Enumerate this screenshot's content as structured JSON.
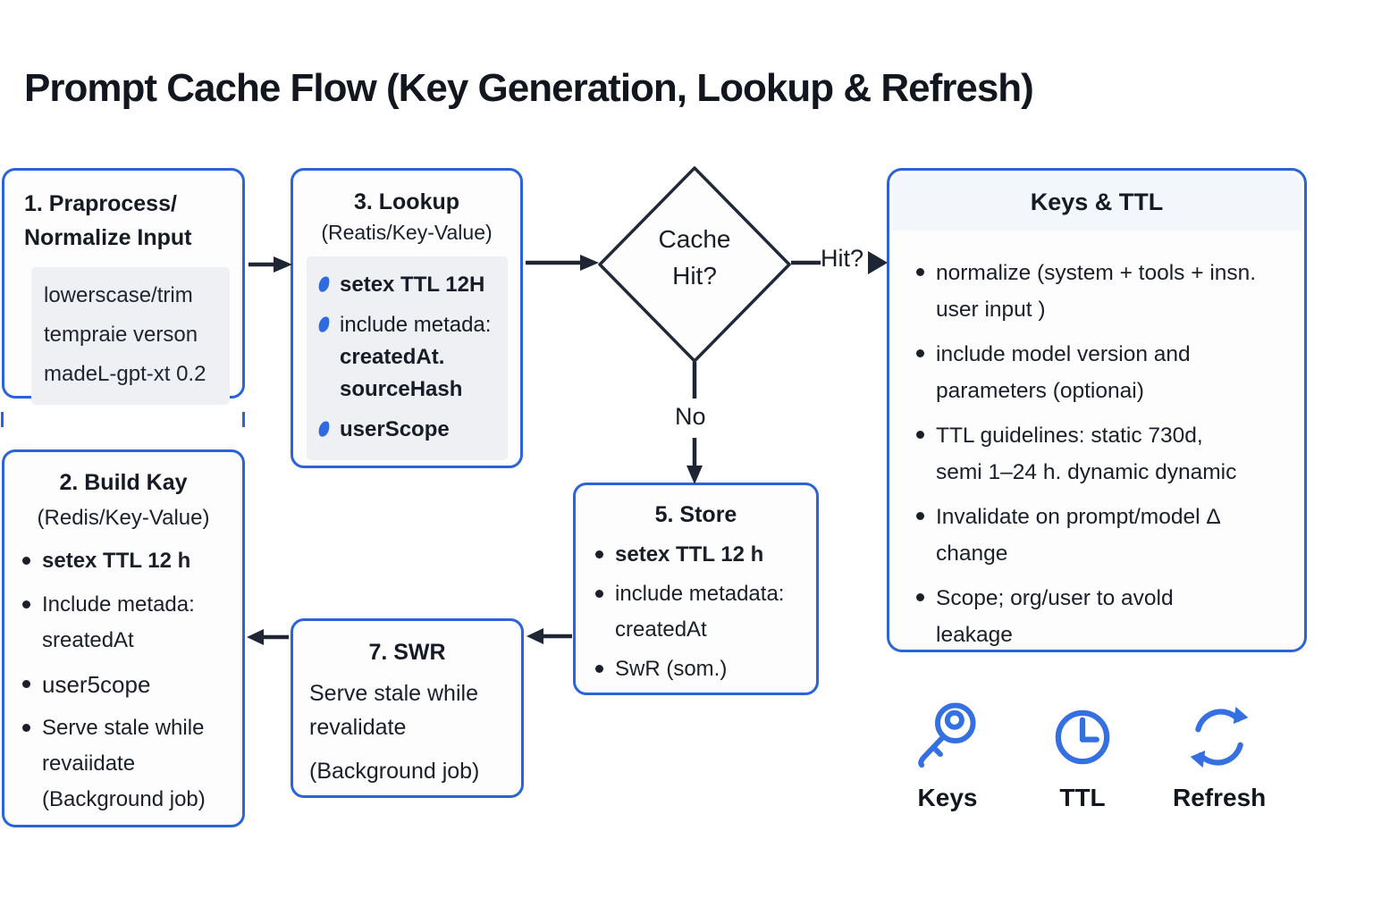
{
  "title": "Prompt Cache Flow (Key Generation, Lookup & Refresh)",
  "colors": {
    "box_border_blue": "#2b63d9",
    "arrow_dark": "#1e2636",
    "code_background": "#eef0f4",
    "icon_blue": "#3470e2",
    "text_dark": "#171c26"
  },
  "boxes": {
    "preprocess": {
      "heading_line1": "1.  Praprocess/",
      "heading_line2": "Normalize Input",
      "code_lines": [
        "lowerscase/trim",
        "tempraie verson",
        "madeL-gpt-xt 0.2"
      ]
    },
    "lookup": {
      "heading": "3. Lookup",
      "subtitle": "(Reatis/Key-Value)",
      "bullets": [
        {
          "lines": [
            "setex TTL 12H"
          ]
        },
        {
          "lines": [
            "include metada:",
            "createdAt.",
            "sourceHash"
          ]
        },
        {
          "lines": [
            "userScope"
          ]
        }
      ]
    },
    "build_key": {
      "heading": "2. Build Kay",
      "subtitle": "(Redis/Key-Value)",
      "bullets": [
        {
          "lines": [
            "setex TTL 12 h"
          ]
        },
        {
          "lines": [
            "Include metada:",
            "sreatedAt"
          ]
        },
        {
          "lines": [
            "user5cope"
          ]
        },
        {
          "lines": [
            "Serve stale while",
            "revaiidate",
            "(Background job)"
          ]
        }
      ]
    },
    "store": {
      "heading": "5. Store",
      "bullets": [
        {
          "lines": [
            "setex TTL 12 h"
          ]
        },
        {
          "lines": [
            "include metadata:",
            "createdAt"
          ]
        },
        {
          "lines": [
            "SwR (som.)"
          ]
        }
      ]
    },
    "swr": {
      "heading": "7. SWR",
      "body_line1": "Serve stale while",
      "body_line2": "revalidate",
      "note": "(Background job)"
    }
  },
  "decision": {
    "label_line1": "Cache",
    "label_line2": "Hit?",
    "yes_label": "Hit?",
    "no_label": "No"
  },
  "keys_panel": {
    "heading": "Keys & TTL",
    "bullets": [
      {
        "lines": [
          "normalize (system + tools + insn.",
          "user input )"
        ]
      },
      {
        "lines": [
          "include model version and",
          "parameters (optionai)"
        ]
      },
      {
        "lines": [
          "TTL guidelines: static 730d,",
          "semi 1–24 h. dynamic dynamic"
        ]
      },
      {
        "lines": [
          "Invalidate on prompt/model Δ",
          "change"
        ]
      },
      {
        "lines": [
          "Scope; org/user to avold",
          "leakage"
        ]
      }
    ]
  },
  "legend": [
    {
      "icon": "key-icon",
      "label": "Keys"
    },
    {
      "icon": "clock-icon",
      "label": "TTL"
    },
    {
      "icon": "refresh-icon",
      "label": "Refresh"
    }
  ]
}
